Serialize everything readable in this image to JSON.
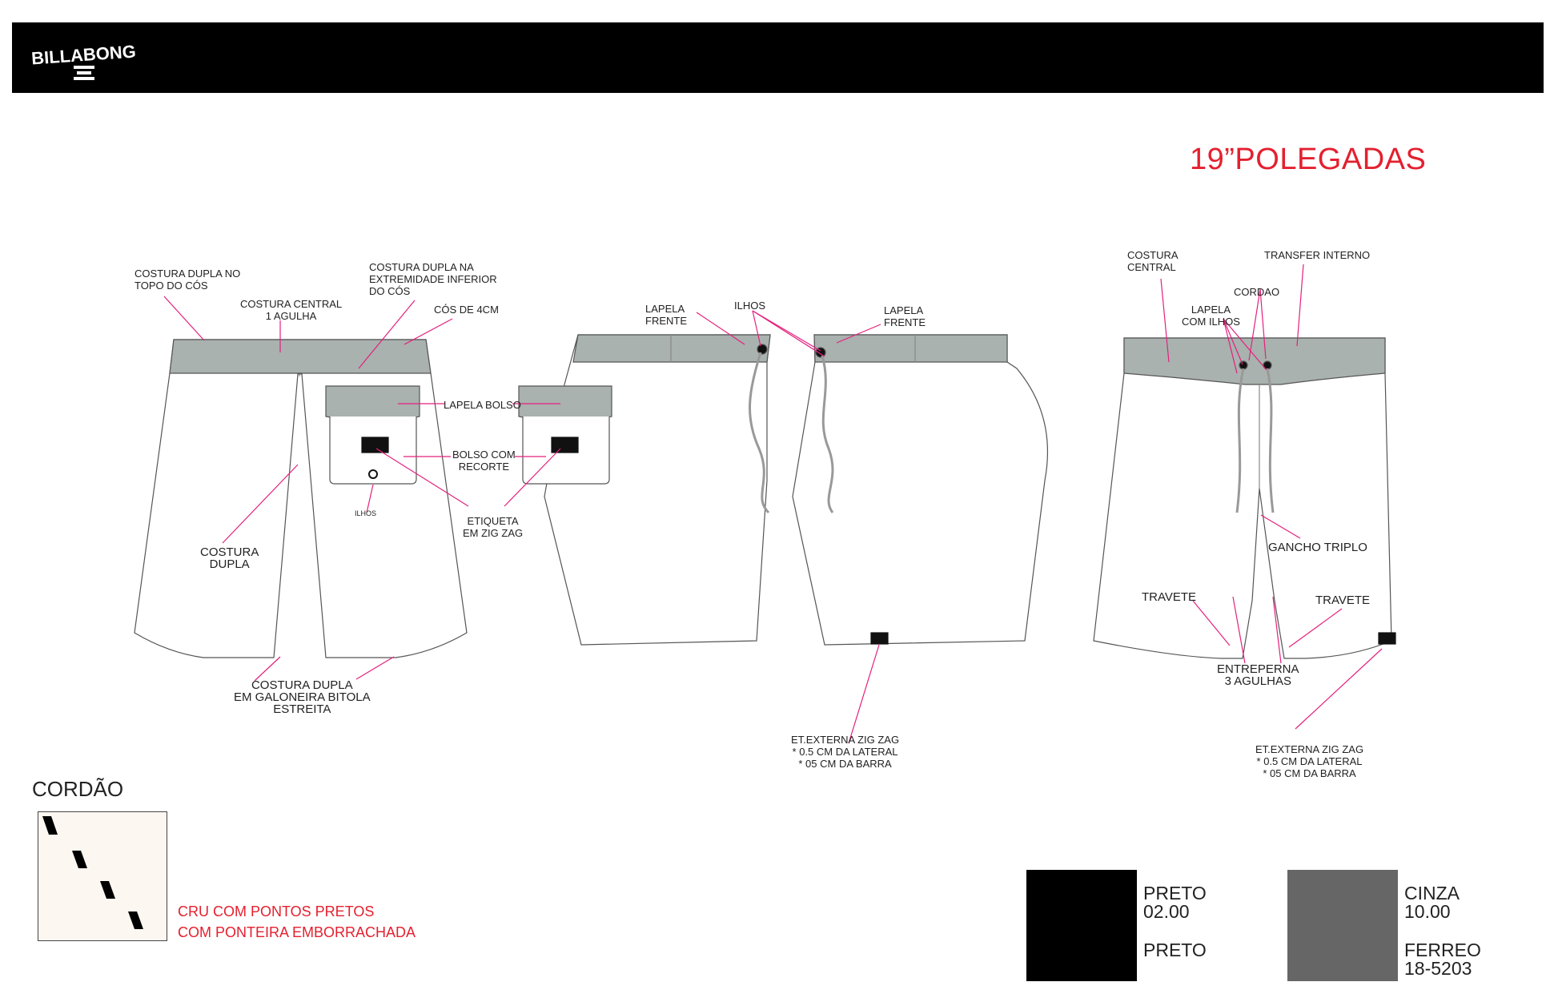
{
  "brand": {
    "logo_text": "BILLABONG"
  },
  "title": "19”POLEGADAS",
  "labels": {
    "costura_dupla_topo": "COSTURA DUPLA NO\nTOPO DO CÓS",
    "costura_central_agulha": "COSTURA CENTRAL\n1 AGULHA",
    "costura_dupla_extremidade": "COSTURA DUPLA NA\nEXTREMIDADE INFERIOR\nDO CÓS",
    "cos_4cm": "CÓS DE 4CM",
    "lapela_bolso": "LAPELA BOLSO",
    "bolso_recorte": "BOLSO COM\nRECORTE",
    "ilhos_bolso": "ILHOS",
    "etiqueta_zig_zag": "ETIQUETA\nEM ZIG ZAG",
    "costura_dupla": "COSTURA\nDUPLA",
    "costura_galoneira": "COSTURA DUPLA\nEM GALONEIRA BITOLA\nESTREITA",
    "lapela_frente_left": "LAPELA\nFRENTE",
    "ilhos_side": "ILHOS",
    "lapela_frente_right": "LAPELA\nFRENTE",
    "et_externa_side": "ET.EXTERNA ZIG ZAG\n* 0.5 CM DA LATERAL\n* 05 CM DA BARRA",
    "costura_central": "COSTURA\nCENTRAL",
    "transfer_interno": "TRANSFER INTERNO",
    "cordao_lbl": "CORDAO",
    "lapela_ilhos": "LAPELA\nCOM ILHOS",
    "gancho_triplo": "GANCHO TRIPLO",
    "travete_left": "TRAVETE",
    "travete_right": "TRAVETE",
    "entreperna": "ENTREPERNA\n3 AGULHAS",
    "et_externa_front": "ET.EXTERNA ZIG ZAG\n* 0.5 CM DA LATERAL\n* 05 CM DA BARRA"
  },
  "cordao": {
    "title": "CORDÃO",
    "note": "CRU COM PONTOS PRETOS\nCOM PONTEIRA EMBORRACHADA",
    "base_color": "#fcf8f1",
    "dot_color": "#000000"
  },
  "swatches": [
    {
      "color": "#000000",
      "line1": "PRETO\n02.00",
      "line2": "PRETO"
    },
    {
      "color": "#666666",
      "line1": "CINZA\n10.00",
      "line2": "FERREO\n18-5203"
    }
  ],
  "colors": {
    "waistband": "#a9b2ae",
    "callout_line": "#e4207e",
    "title_red": "#e4202f",
    "outline": "#555555"
  }
}
